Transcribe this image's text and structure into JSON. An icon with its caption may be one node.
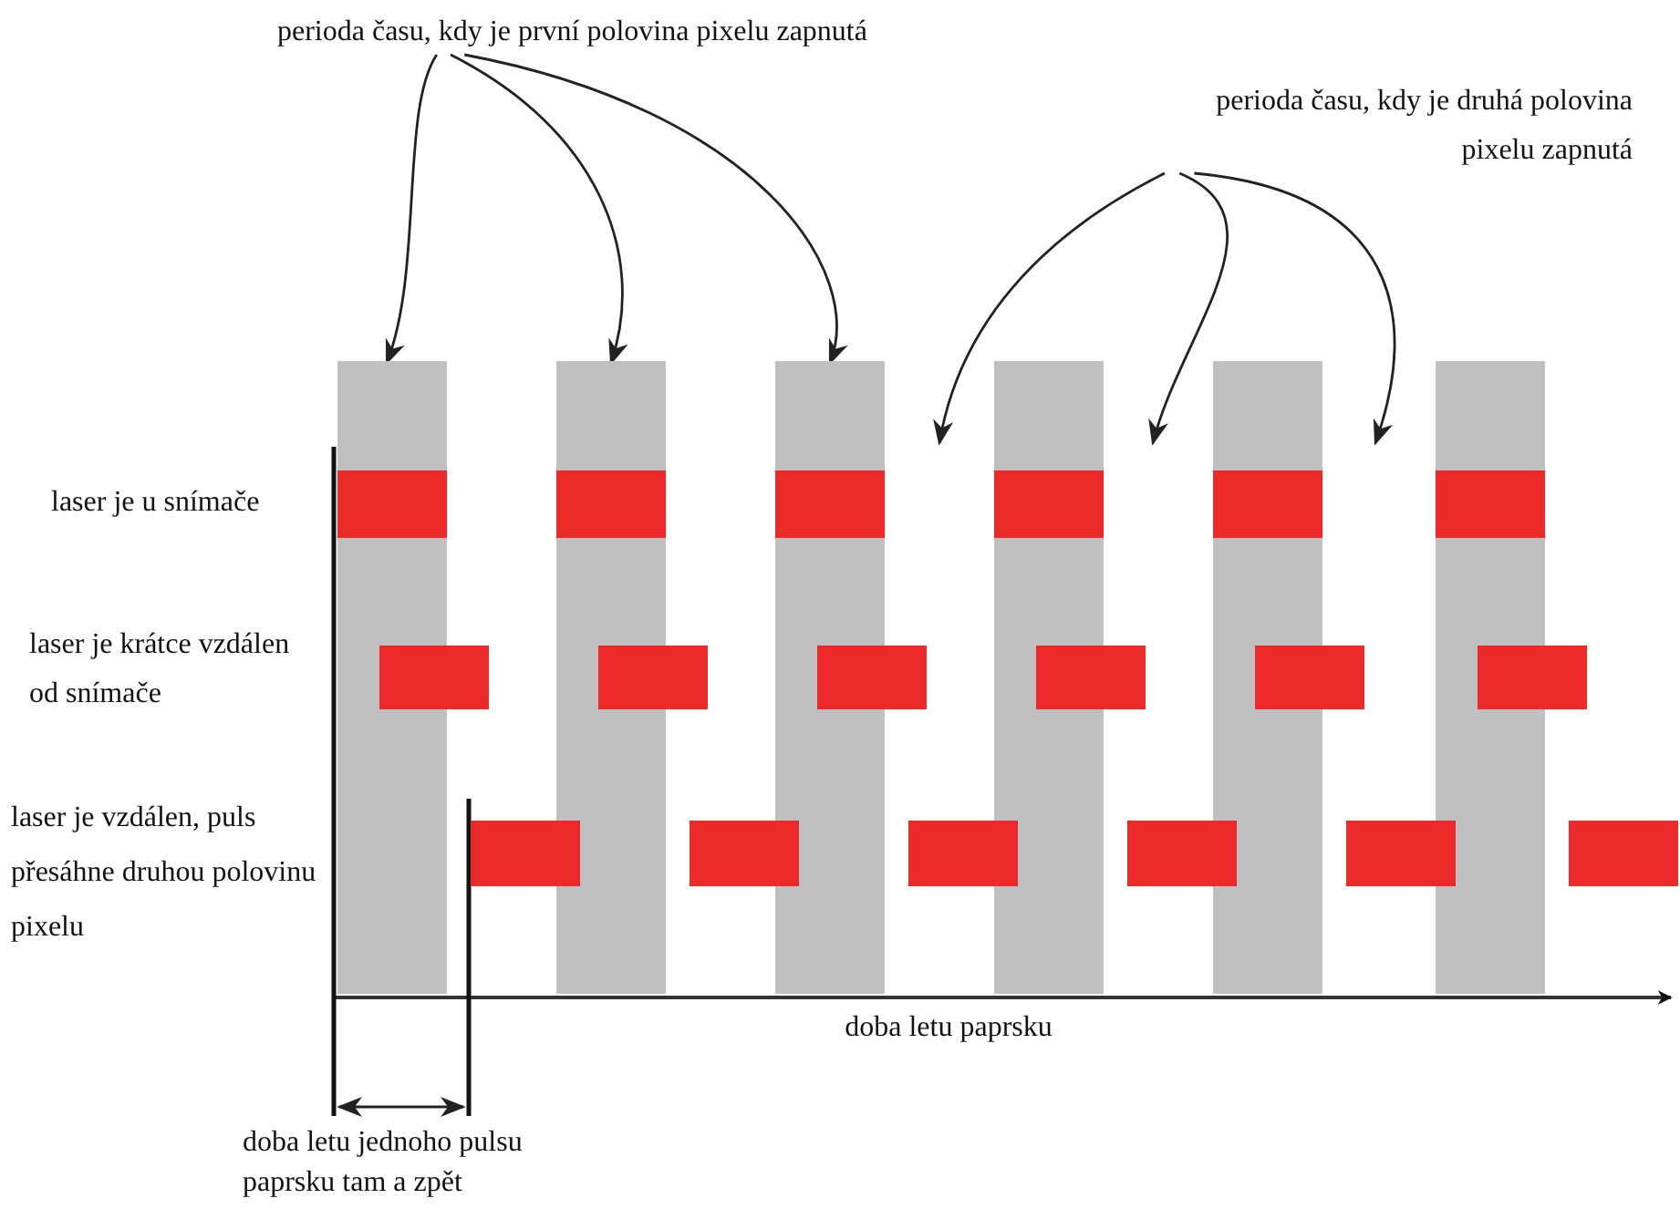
{
  "diagram": {
    "nodes": [
      {
        "text": [
          "perioda času, kdy je první polovina pixelu zapnutá"
        ]
      },
      {
        "text": [
          "perioda času, kdy je druhá polovina pixelu zapnutá"
        ]
      },
      {
        "text": [],
        "shape": "bar"
      },
      {
        "text": [],
        "shape": "bar"
      },
      {
        "text": [],
        "shape": "bar"
      },
      {
        "text": [],
        "shape": "bar"
      },
      {
        "text": [],
        "shape": "bar"
      },
      {
        "text": [],
        "shape": "bar"
      }
    ],
    "edges": [
      {
        "from": 0,
        "to": 2,
        "arrow": "to"
      },
      {
        "from": 0,
        "to": 3,
        "arrow": "to"
      },
      {
        "from": 0,
        "to": 4,
        "arrow": "to"
      },
      {
        "from": 1,
        "to": null,
        "arrow": "to"
      },
      {
        "from": 1,
        "to": null,
        "arrow": "to"
      },
      {
        "from": 1,
        "to": null,
        "arrow": "to"
      }
    ],
    "labels": [
      "laser je u snímače",
      "laser je krátce vzdálen od snímače",
      "laser je vzdálen, puls přesáhne druhou polovinu pixelu",
      "doba letu paprsku",
      "doba letu jednoho pulsu paprsku tam a zpět"
    ]
  }
}
